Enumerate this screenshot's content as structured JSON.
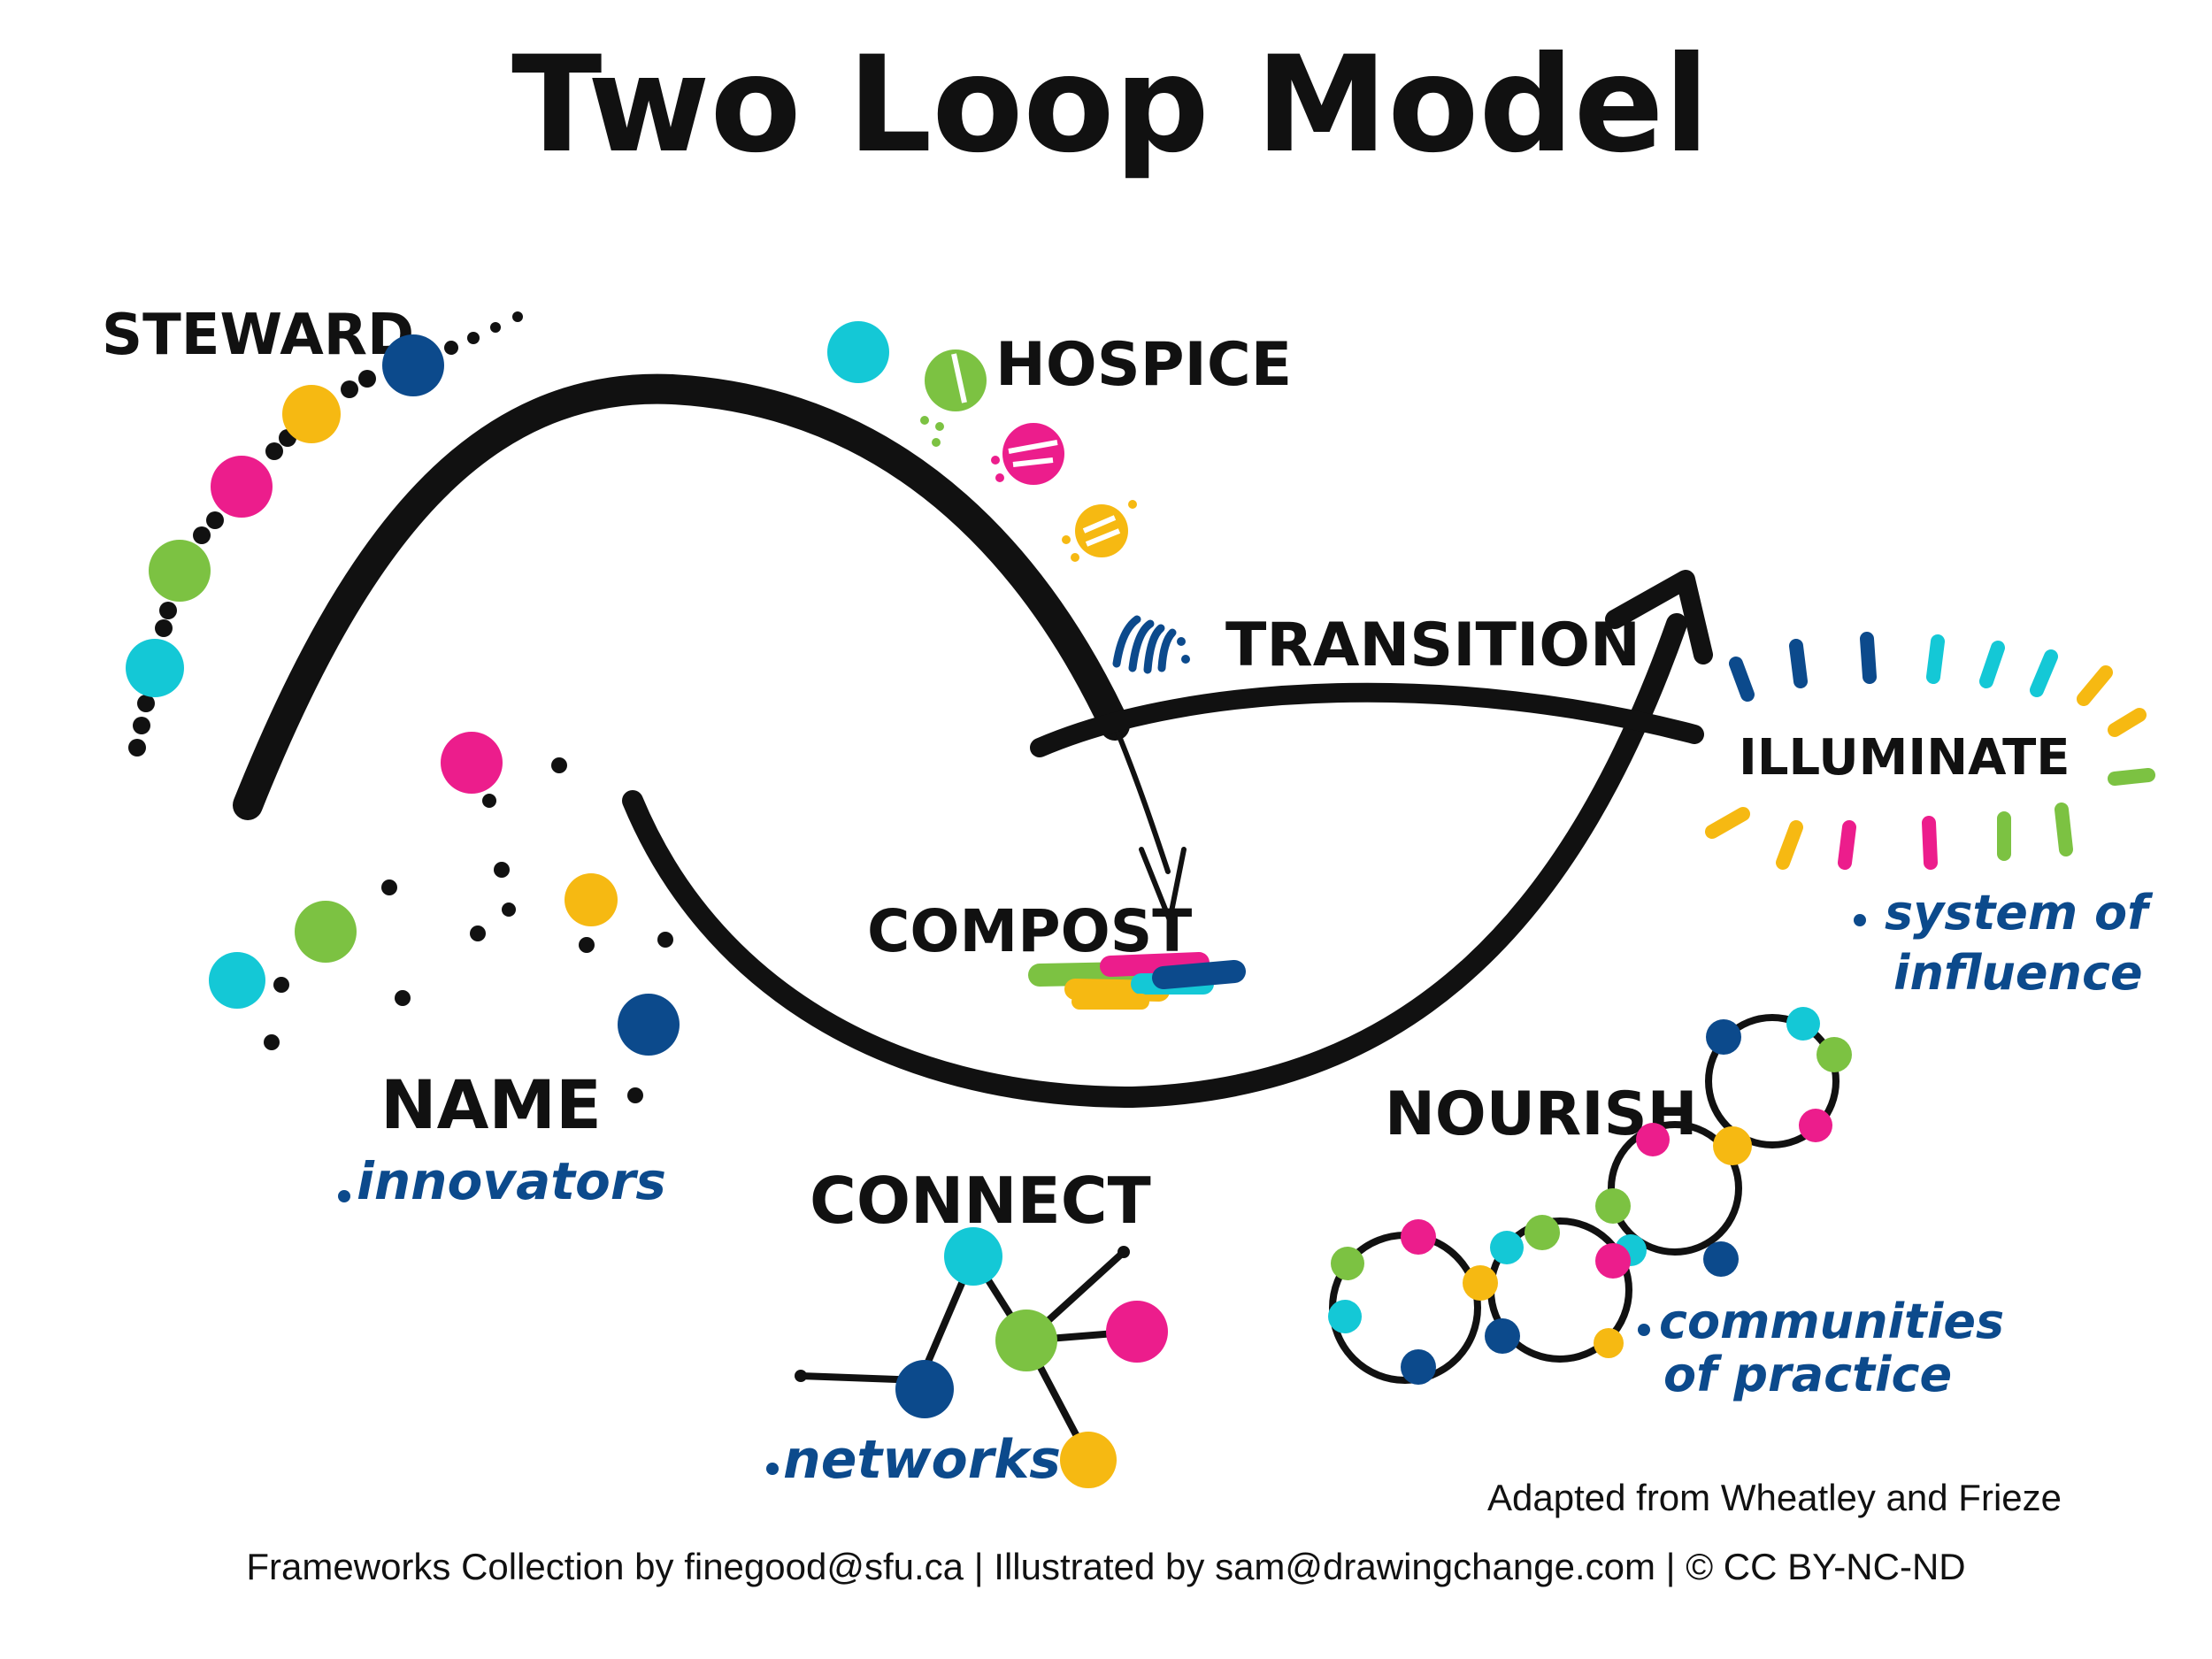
{
  "title": "Two Loop Model",
  "labels": {
    "steward": "STEWARD",
    "hospice": "HOSPICE",
    "transition": "TRANSITION",
    "illuminate": "ILLUMINATE",
    "compost": "COMPOST",
    "name": "NAME",
    "connect": "CONNECT",
    "nourish": "NOURISH"
  },
  "notes": {
    "innovators": "innovators",
    "networks": "networks",
    "system_line1": "system of",
    "system_line2": "influence",
    "communities_line1": "communities",
    "communities_line2": "of practice"
  },
  "footer": {
    "adapted": "Adapted from Wheatley and Frieze",
    "credits": "Frameworks Collection by finegood@sfu.ca | Illustrated by sam@drawingchange.com | © CC BY-NC-ND"
  },
  "colors": {
    "cyan": "#14c8d6",
    "green": "#7cc242",
    "pink": "#ec1d8c",
    "yellow": "#f6b912",
    "navy": "#0c4a8c",
    "ink": "#111111"
  }
}
